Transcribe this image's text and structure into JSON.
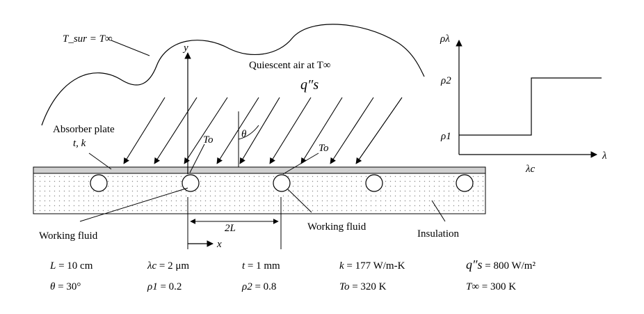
{
  "labels": {
    "surroundings": "T_sur = T∞",
    "air": "Quiescent air at T∞",
    "flux": "q″s",
    "absorber_line1": "Absorber plate",
    "absorber_line2": "t, k",
    "to_left": "To",
    "to_right": "To",
    "theta": "θ",
    "y_axis": "y",
    "x_axis": "x",
    "spacing": "2L",
    "fluid_left": "Working fluid",
    "fluid_right": "Working fluid",
    "insulation": "Insulation"
  },
  "reflectivity_plot": {
    "y_label": "ρλ",
    "x_label": "λ",
    "rho2_label": "ρ2",
    "rho1_label": "ρ1",
    "cutoff_label": "λc"
  },
  "parameters": {
    "row1": [
      {
        "name": "L",
        "value": "= 10 cm"
      },
      {
        "name": "λc",
        "value": "= 2 μm"
      },
      {
        "name": "t",
        "value": "= 1 mm"
      },
      {
        "name": "k",
        "value": "= 177 W/m-K"
      },
      {
        "name": "q″s",
        "value": "= 800 W/m²"
      }
    ],
    "row2": [
      {
        "name": "θ",
        "value": "= 30°"
      },
      {
        "name": "ρ1",
        "value": "= 0.2"
      },
      {
        "name": "ρ2",
        "value": "= 0.8"
      },
      {
        "name": "To",
        "value": "= 320 K"
      },
      {
        "name": "T∞",
        "value": "= 300 K"
      }
    ]
  },
  "colors": {
    "plate": "#d0d0d0",
    "insulation_dots": "#8a8a8a",
    "line": "#000000"
  }
}
